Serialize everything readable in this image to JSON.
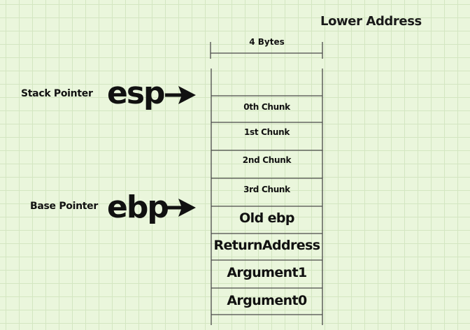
{
  "header": {
    "lower_address": "Lower Address",
    "width_label": "4 Bytes"
  },
  "pointers": {
    "stack": {
      "label": "Stack Pointer",
      "register": "esp"
    },
    "base": {
      "label": "Base Pointer",
      "register": "ebp"
    }
  },
  "stack_cells": [
    "0th Chunk",
    "1st Chunk",
    "2nd Chunk",
    "3rd Chunk",
    "Old ebp",
    "ReturnAddress",
    "Argument1",
    "Argument0"
  ],
  "colors": {
    "background": "#eaf6dc",
    "grid": "#d3e6c1",
    "ink": "#111111",
    "stack_lines": "#4a4a4a"
  }
}
